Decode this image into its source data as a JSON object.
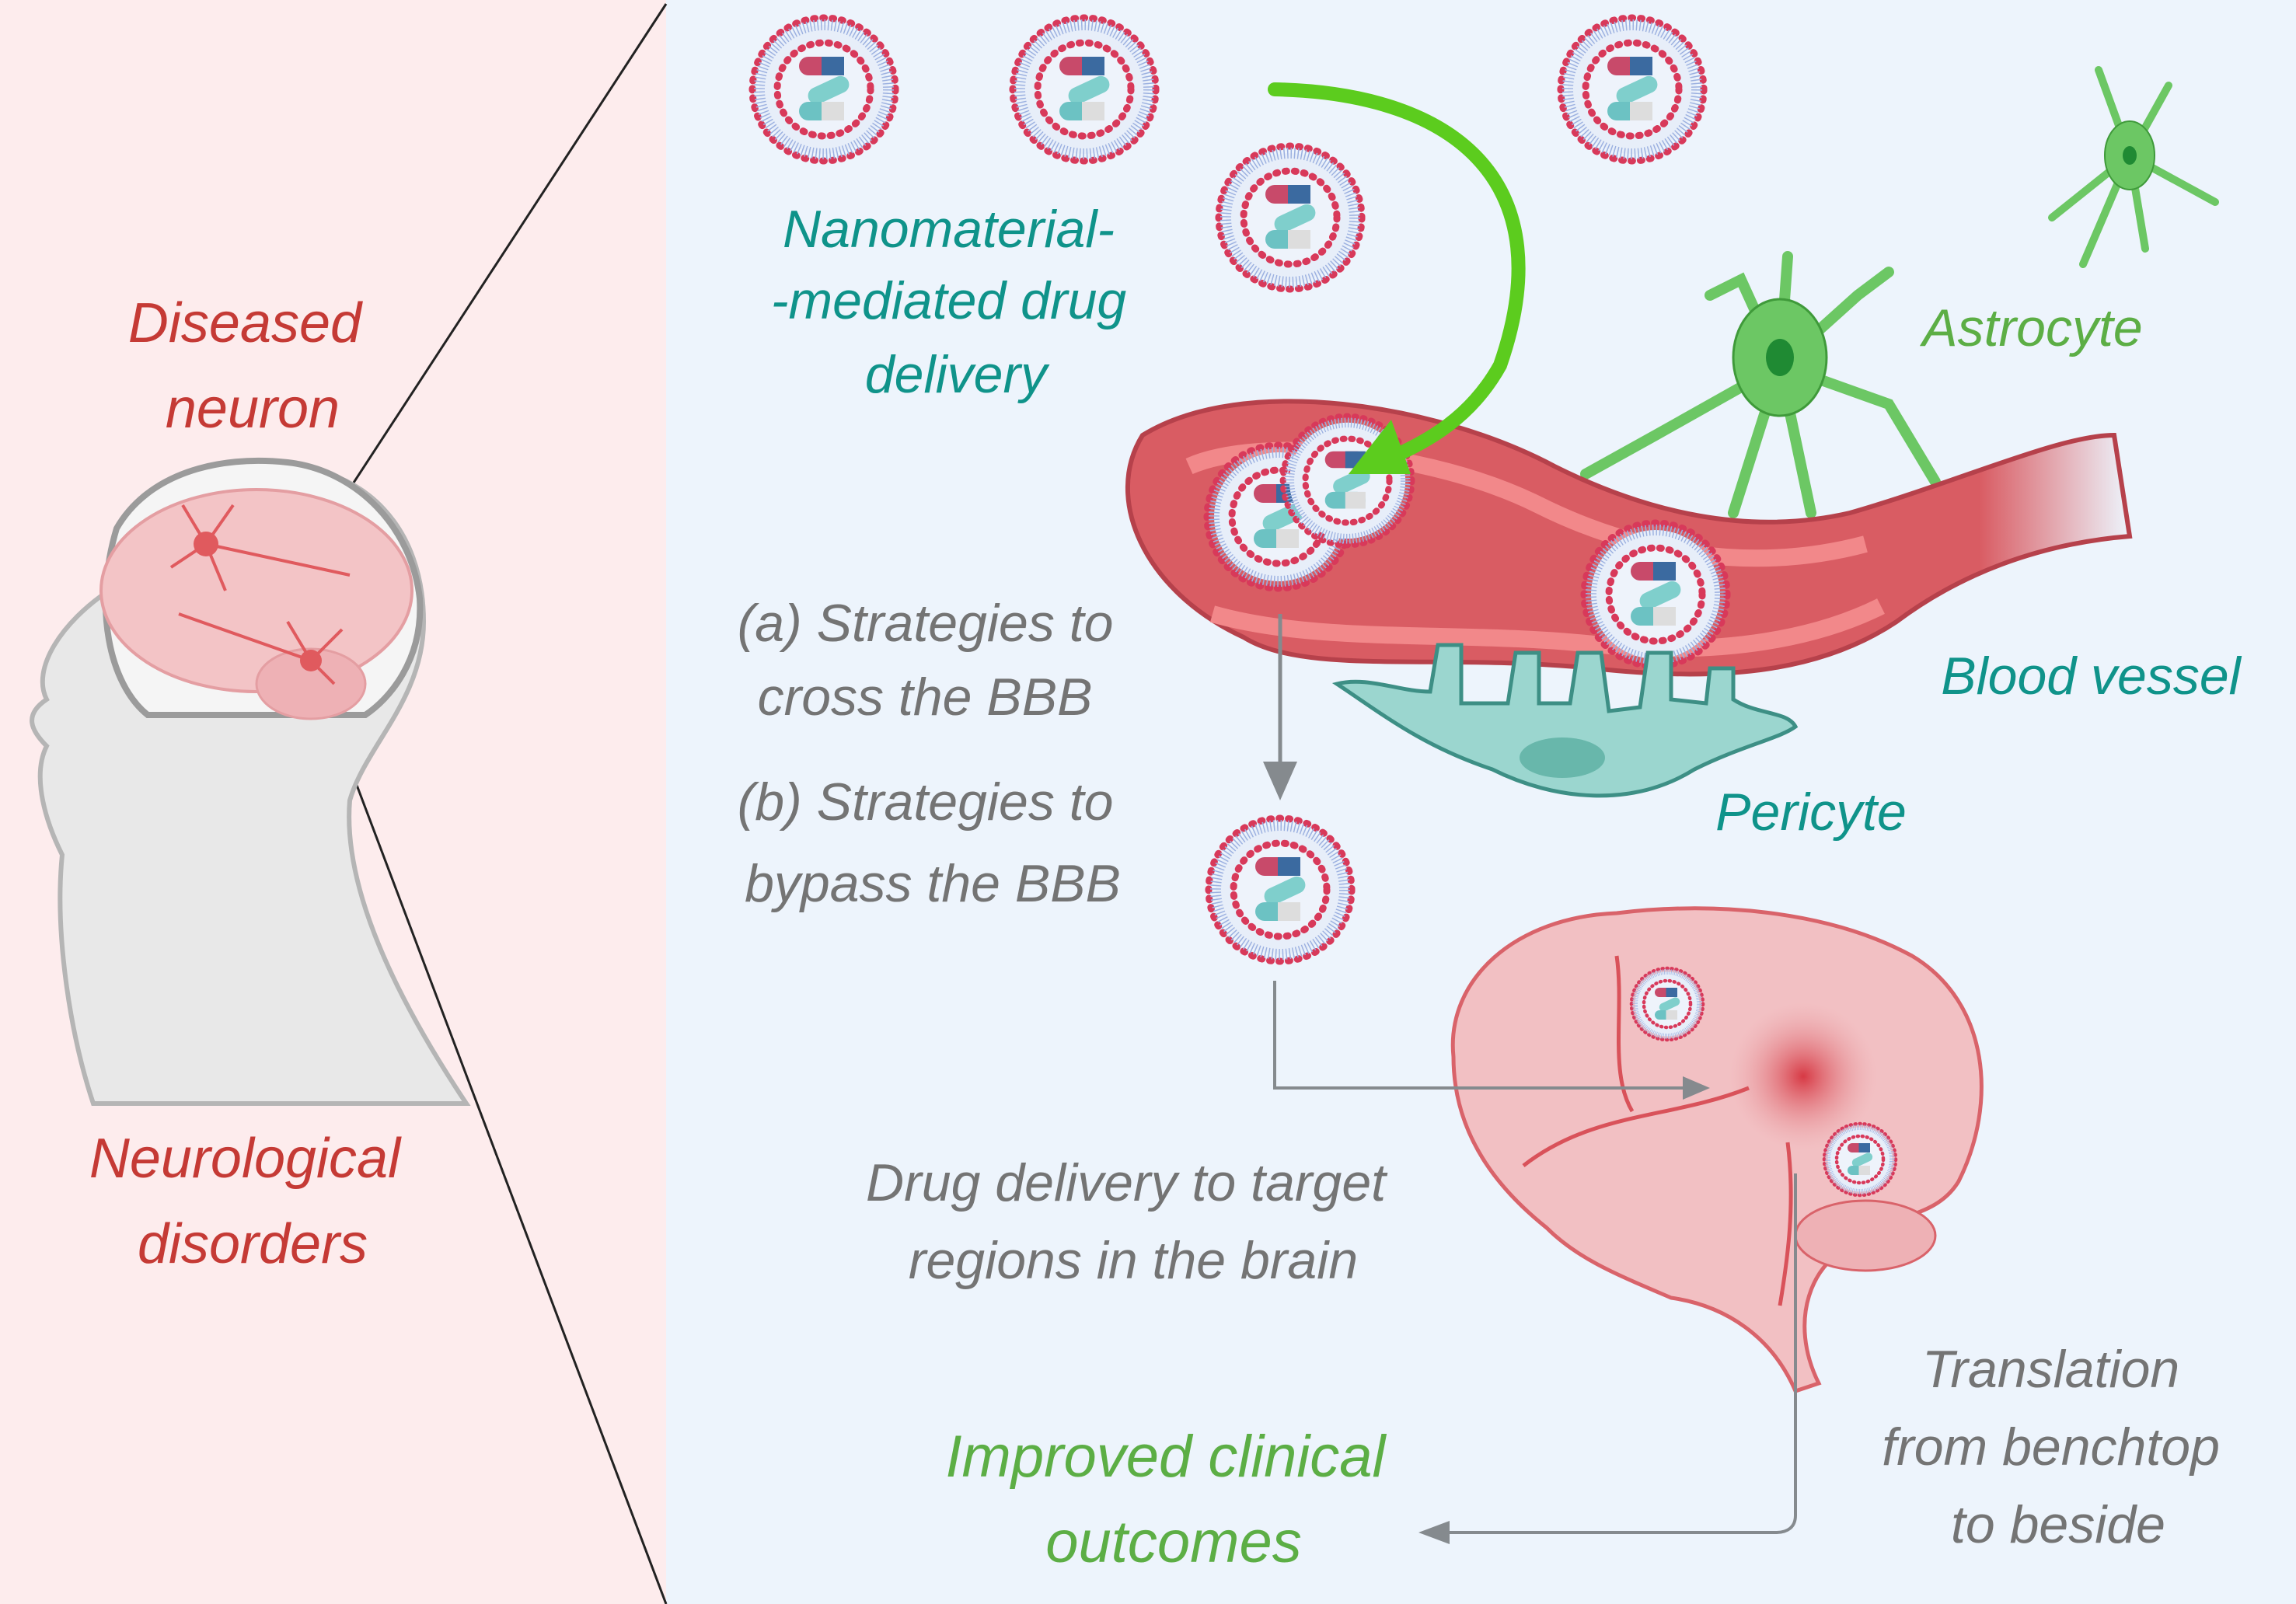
{
  "left_panel": {
    "title_lines": [
      "Diseased",
      "neuron"
    ],
    "bottom_lines": [
      "Neurological",
      "disorders"
    ],
    "background": "#fdeced"
  },
  "right_panel": {
    "background": "#edf4fc",
    "nanomaterial_lines": [
      "Nanomaterial-",
      "-mediated drug",
      "delivery"
    ],
    "astrocyte_label": "Astrocyte",
    "blood_vessel_label": "Blood vessel",
    "pericyte_label": "Pericyte",
    "strategy_a_lines": [
      "(a) Strategies to",
      "cross the BBB"
    ],
    "strategy_b_lines": [
      "(b) Strategies to",
      "bypass the BBB"
    ],
    "target_lines": [
      "Drug delivery to target",
      "regions in the brain"
    ],
    "translation_lines": [
      "Translation",
      "from benchtop",
      "to beside"
    ],
    "outcome_lines": [
      "Improved clinical",
      "outcomes"
    ]
  },
  "colors": {
    "red_text": "#c53a35",
    "teal_text": "#0f938a",
    "gray_text": "#747474",
    "green_text": "#5cae45",
    "arrow_green": "#5ccc1e",
    "arrow_gray": "#858a8e",
    "vessel": "#d95c63",
    "astrocyte": "#6cc764",
    "pericyte": "#9bd6cf"
  }
}
